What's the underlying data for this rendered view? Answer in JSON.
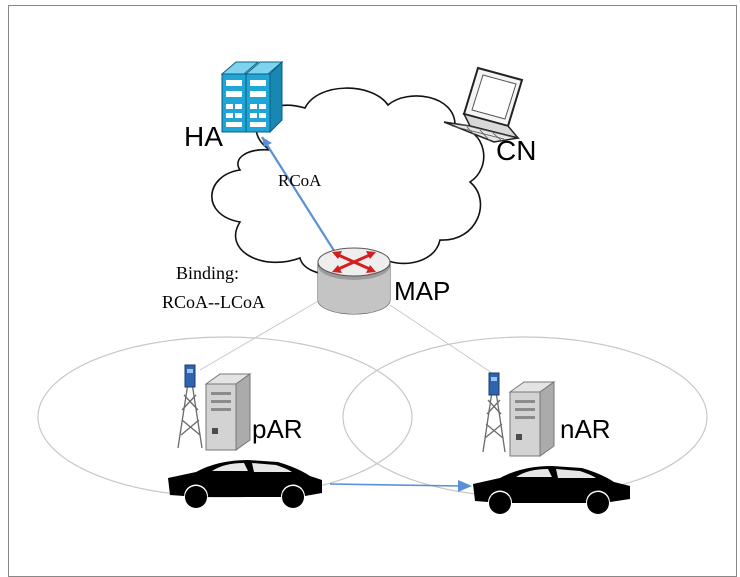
{
  "nodes": {
    "ha": "HA",
    "cn": "CN",
    "map": "MAP",
    "par": "pAR",
    "nar": "nAR"
  },
  "link_label": "RCoA",
  "binding": {
    "line1": "Binding:",
    "line2": "RCoA--LCoA"
  },
  "colors": {
    "server": "#1fa6d6",
    "router_arrow": "#d41f1f",
    "link": "#5b8fd6",
    "car": "#000000"
  }
}
